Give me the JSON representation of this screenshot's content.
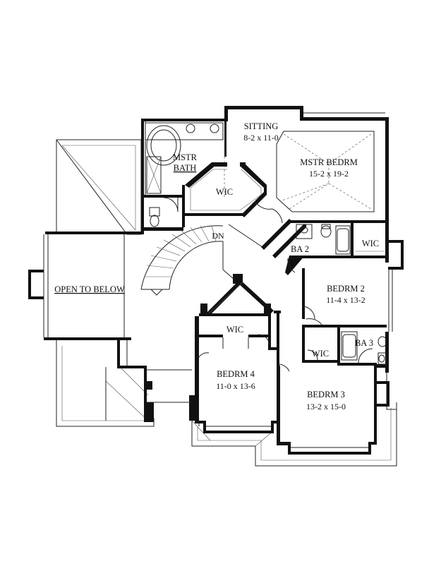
{
  "rooms": {
    "sitting": {
      "name": "SITTING",
      "dims": "8-2 x 11-0"
    },
    "master_bedroom": {
      "name": "MSTR BEDRM",
      "dims": "15-2 x 19-2"
    },
    "master_bath": {
      "name_line1": "MSTR",
      "name_line2": "BATH"
    },
    "master_wic": {
      "name": "WIC"
    },
    "stair": {
      "label": "DN"
    },
    "bath2": {
      "name": "BA 2"
    },
    "bath2_wic": {
      "name": "WIC"
    },
    "open_to_below": {
      "name": "OPEN TO BELOW"
    },
    "bedroom2": {
      "name": "BEDRM 2",
      "dims": "11-4 x 13-2"
    },
    "hall_wic": {
      "name": "WIC"
    },
    "bedroom3_wic": {
      "name": "WIC"
    },
    "bath3": {
      "name": "BA 3"
    },
    "bedroom4": {
      "name": "BEDRM 4",
      "dims": "11-0 x 13-6"
    },
    "bedroom3": {
      "name": "BEDRM 3",
      "dims": "13-2 x 15-0"
    }
  }
}
